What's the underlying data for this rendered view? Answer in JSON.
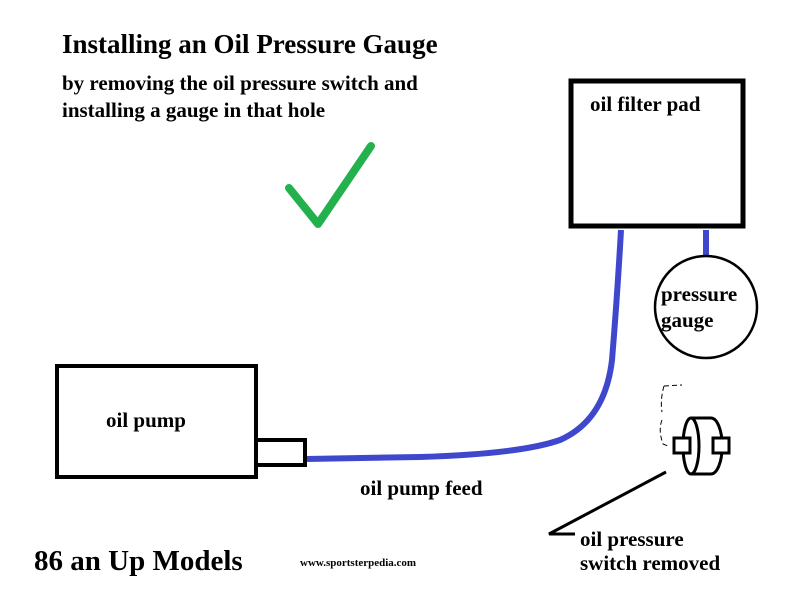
{
  "title": "Installing an Oil Pressure Gauge",
  "subtitle_lines": [
    "by removing the oil pressure switch and",
    "installing a gauge in that hole"
  ],
  "components": {
    "oil_filter_pad": "oil filter pad",
    "pressure_gauge_lines": [
      "pressure",
      "gauge"
    ],
    "oil_pump": "oil pump",
    "oil_pump_feed": "oil pump feed",
    "switch_removed_lines": [
      "oil pressure",
      "switch removed"
    ]
  },
  "footer": {
    "models": "86 an Up Models",
    "website": "www.sportsterpedia.com"
  },
  "colors": {
    "line_blue": "#3f48cc",
    "check_green": "#22b14c",
    "outline": "#000000"
  },
  "icons": {
    "approval": "checkmark-icon",
    "switch": "oil-pressure-switch-icon"
  }
}
